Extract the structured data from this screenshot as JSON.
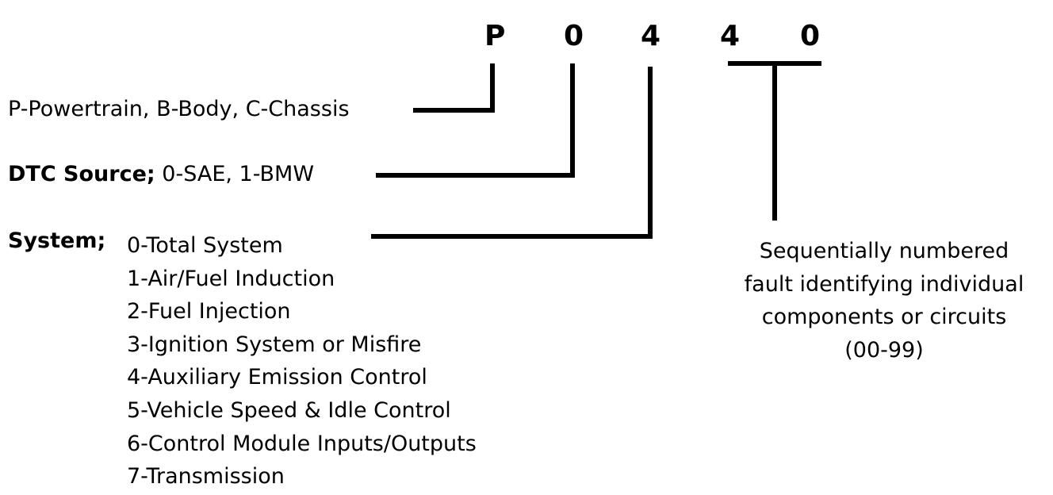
{
  "code": [
    "P",
    "0",
    "4",
    "4",
    "0"
  ],
  "labels": {
    "type_text": "P-Powertrain, B-Body, C-Chassis",
    "source_heading": "DTC Source;",
    "source_text": " 0-SAE, 1-BMW",
    "system_heading": "System;"
  },
  "system_items": [
    "0-Total System",
    "1-Air/Fuel Induction",
    "2-Fuel Injection",
    "3-Ignition System or Misfire",
    "4-Auxiliary Emission Control",
    "5-Vehicle Speed & Idle Control",
    "6-Control Module Inputs/Outputs",
    "7-Transmission"
  ],
  "fault_description": [
    "Sequentially numbered",
    "fault identifying individual",
    "components or circuits",
    "(00-99)"
  ]
}
